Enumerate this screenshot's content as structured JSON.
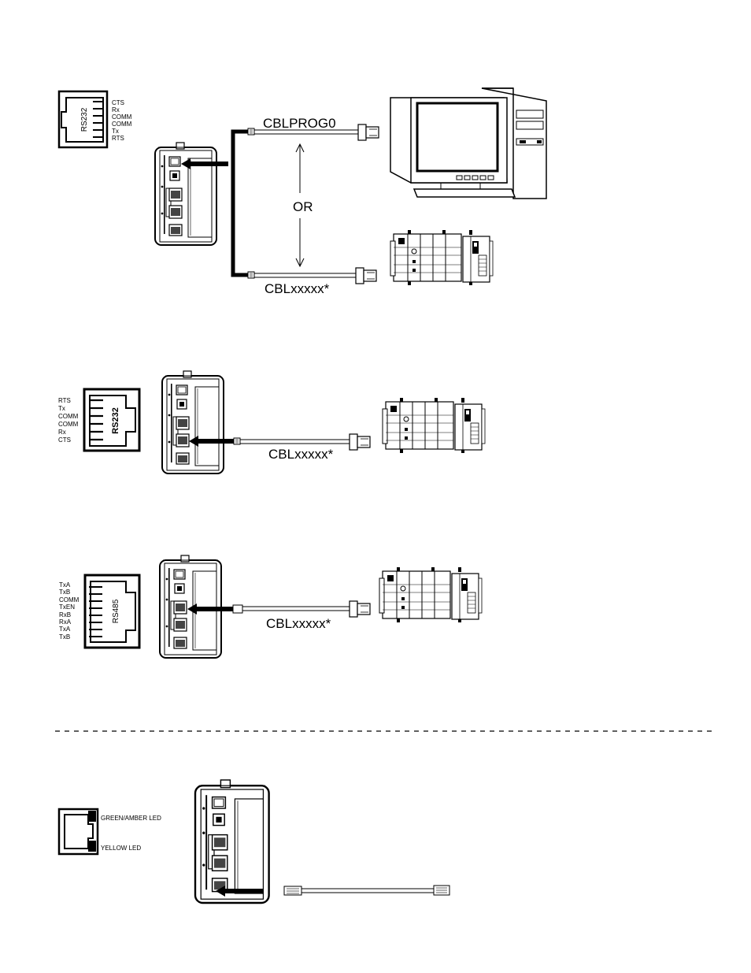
{
  "section1": {
    "port": {
      "name": "RS232",
      "pins": [
        "CTS",
        "Rx",
        "COMM",
        "COMM",
        "Tx",
        "RTS"
      ]
    },
    "cable_top": "CBLPROG0",
    "or_text": "OR",
    "cable_bottom": "CBLxxxxx*"
  },
  "section2": {
    "port": {
      "name": "RS232",
      "pins": [
        "RTS",
        "Tx",
        "COMM",
        "COMM",
        "Rx",
        "CTS"
      ]
    },
    "cable": "CBLxxxxx*"
  },
  "section3": {
    "port": {
      "name": "RS485",
      "pins": [
        "TxA",
        "TxB",
        "COMM",
        "TxEN",
        "RxB",
        "RxA",
        "TxA",
        "TxB"
      ]
    },
    "cable": "CBLxxxxx*"
  },
  "section4": {
    "leds": [
      "GREEN/AMBER LED",
      "YELLOW LED"
    ]
  },
  "colors": {
    "ink": "#000000",
    "paper": "#ffffff"
  }
}
